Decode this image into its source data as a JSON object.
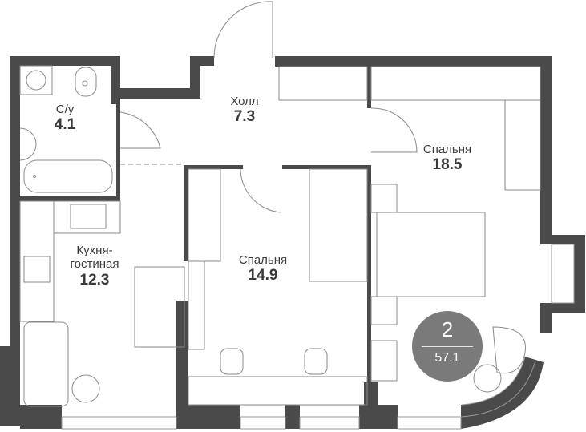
{
  "plan": {
    "type": "apartment-floor-plan",
    "total_rooms": "2",
    "total_area": "57.1",
    "wall_color": "#4a4a4a",
    "line_color": "#8a8a8a",
    "badge_color": "#7a7a7a"
  },
  "rooms": [
    {
      "id": "bathroom",
      "name": "С/у",
      "area": "4.1"
    },
    {
      "id": "hall",
      "name": "Холл",
      "area": "7.3"
    },
    {
      "id": "bedroom-large",
      "name": "Спальня",
      "area": "18.5"
    },
    {
      "id": "kitchen-living",
      "name": "Кухня-\nгостиная",
      "name_line1": "Кухня-",
      "name_line2": "гостиная",
      "area": "12.3"
    },
    {
      "id": "bedroom-small",
      "name": "Спальня",
      "area": "14.9"
    }
  ],
  "badge": {
    "rooms": "2",
    "area": "57.1"
  }
}
